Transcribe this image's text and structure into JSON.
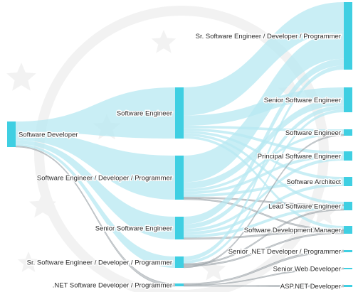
{
  "chart_data": {
    "type": "sankey",
    "colors": {
      "node": "#3fcfe2",
      "link": "#b7e8f2",
      "link_thin": "#9aa3a8",
      "watermark": "#f2f2f2"
    },
    "columns": [
      [
        "Software Developer"
      ],
      [
        "Software Engineer",
        "Software Engineer / Developer / Programmer",
        "Senior Software Engineer",
        "Sr. Software Engineer / Developer / Programmer",
        ".NET Software Developer / Programmer"
      ],
      [
        "Sr. Software Engineer / Developer / Programmer",
        "Senior Software Engineer",
        "Software Engineer",
        "Principal Software Engineer",
        "Software Architect",
        "Lead Software Engineer",
        "Software Development Manager",
        "Senior .NET Developer / Programmer",
        "Senior Web Developer",
        "ASP.NET Developer"
      ]
    ],
    "nodes": [
      {
        "id": "s_dev",
        "label": "Software Developer",
        "column": 0,
        "value": 100
      },
      {
        "id": "m_se",
        "label": "Software Engineer",
        "column": 1,
        "value": 40
      },
      {
        "id": "m_sedp",
        "label": "Software Engineer / Developer / Programmer",
        "column": 1,
        "value": 33
      },
      {
        "id": "m_sse",
        "label": "Senior Software Engineer",
        "column": 1,
        "value": 15
      },
      {
        "id": "m_srsedp",
        "label": "Sr. Software Engineer / Developer / Programmer",
        "column": 1,
        "value": 8
      },
      {
        "id": "m_net",
        "label": ".NET Software Developer / Programmer",
        "column": 1,
        "value": 4
      },
      {
        "id": "r_srsedp",
        "label": "Sr. Software Engineer / Developer / Programmer",
        "column": 2,
        "value": 50
      },
      {
        "id": "r_sse",
        "label": "Senior Software Engineer",
        "column": 2,
        "value": 18
      },
      {
        "id": "r_se",
        "label": "Software Engineer",
        "column": 2,
        "value": 5
      },
      {
        "id": "r_pse",
        "label": "Principal Software Engineer",
        "column": 2,
        "value": 6
      },
      {
        "id": "r_sa",
        "label": "Software Architect",
        "column": 2,
        "value": 6
      },
      {
        "id": "r_lse",
        "label": "Lead Software Engineer",
        "column": 2,
        "value": 6
      },
      {
        "id": "r_sdm",
        "label": "Software Development Manager",
        "column": 2,
        "value": 5
      },
      {
        "id": "r_snet",
        "label": "Senior .NET Developer / Programmer",
        "column": 2,
        "value": 2
      },
      {
        "id": "r_swd",
        "label": "Senior Web Developer",
        "column": 2,
        "value": 1
      },
      {
        "id": "r_asp",
        "label": "ASP.NET Developer",
        "column": 2,
        "value": 1
      }
    ],
    "links": [
      {
        "source": "s_dev",
        "target": "m_se",
        "value": 40
      },
      {
        "source": "s_dev",
        "target": "m_sedp",
        "value": 33
      },
      {
        "source": "s_dev",
        "target": "m_sse",
        "value": 15
      },
      {
        "source": "s_dev",
        "target": "m_srsedp",
        "value": 8
      },
      {
        "source": "s_dev",
        "target": "m_net",
        "value": 4
      },
      {
        "source": "m_se",
        "target": "r_srsedp",
        "value": 22
      },
      {
        "source": "m_se",
        "target": "r_sse",
        "value": 8
      },
      {
        "source": "m_se",
        "target": "r_se",
        "value": 2
      },
      {
        "source": "m_se",
        "target": "r_pse",
        "value": 2
      },
      {
        "source": "m_se",
        "target": "r_sa",
        "value": 2
      },
      {
        "source": "m_se",
        "target": "r_lse",
        "value": 2
      },
      {
        "source": "m_se",
        "target": "r_sdm",
        "value": 2
      },
      {
        "source": "m_sedp",
        "target": "r_srsedp",
        "value": 20
      },
      {
        "source": "m_sedp",
        "target": "r_sse",
        "value": 5
      },
      {
        "source": "m_sedp",
        "target": "r_se",
        "value": 2
      },
      {
        "source": "m_sedp",
        "target": "r_pse",
        "value": 2
      },
      {
        "source": "m_sedp",
        "target": "r_sa",
        "value": 2
      },
      {
        "source": "m_sedp",
        "target": "r_lse",
        "value": 1
      },
      {
        "source": "m_sedp",
        "target": "r_sdm",
        "value": 1
      },
      {
        "source": "m_sse",
        "target": "r_srsedp",
        "value": 5
      },
      {
        "source": "m_sse",
        "target": "r_sse",
        "value": 3
      },
      {
        "source": "m_sse",
        "target": "r_pse",
        "value": 2
      },
      {
        "source": "m_sse",
        "target": "r_sa",
        "value": 2
      },
      {
        "source": "m_sse",
        "target": "r_lse",
        "value": 2
      },
      {
        "source": "m_sse",
        "target": "r_sdm",
        "value": 1
      },
      {
        "source": "m_srsedp",
        "target": "r_srsedp",
        "value": 3
      },
      {
        "source": "m_srsedp",
        "target": "r_sse",
        "value": 2
      },
      {
        "source": "m_srsedp",
        "target": "r_lse",
        "value": 1
      },
      {
        "source": "m_srsedp",
        "target": "r_sdm",
        "value": 1
      },
      {
        "source": "m_srsedp",
        "target": "r_se",
        "value": 1
      },
      {
        "source": "m_net",
        "target": "r_snet",
        "value": 2
      },
      {
        "source": "m_net",
        "target": "r_swd",
        "value": 1
      },
      {
        "source": "m_net",
        "target": "r_asp",
        "value": 1
      }
    ]
  }
}
